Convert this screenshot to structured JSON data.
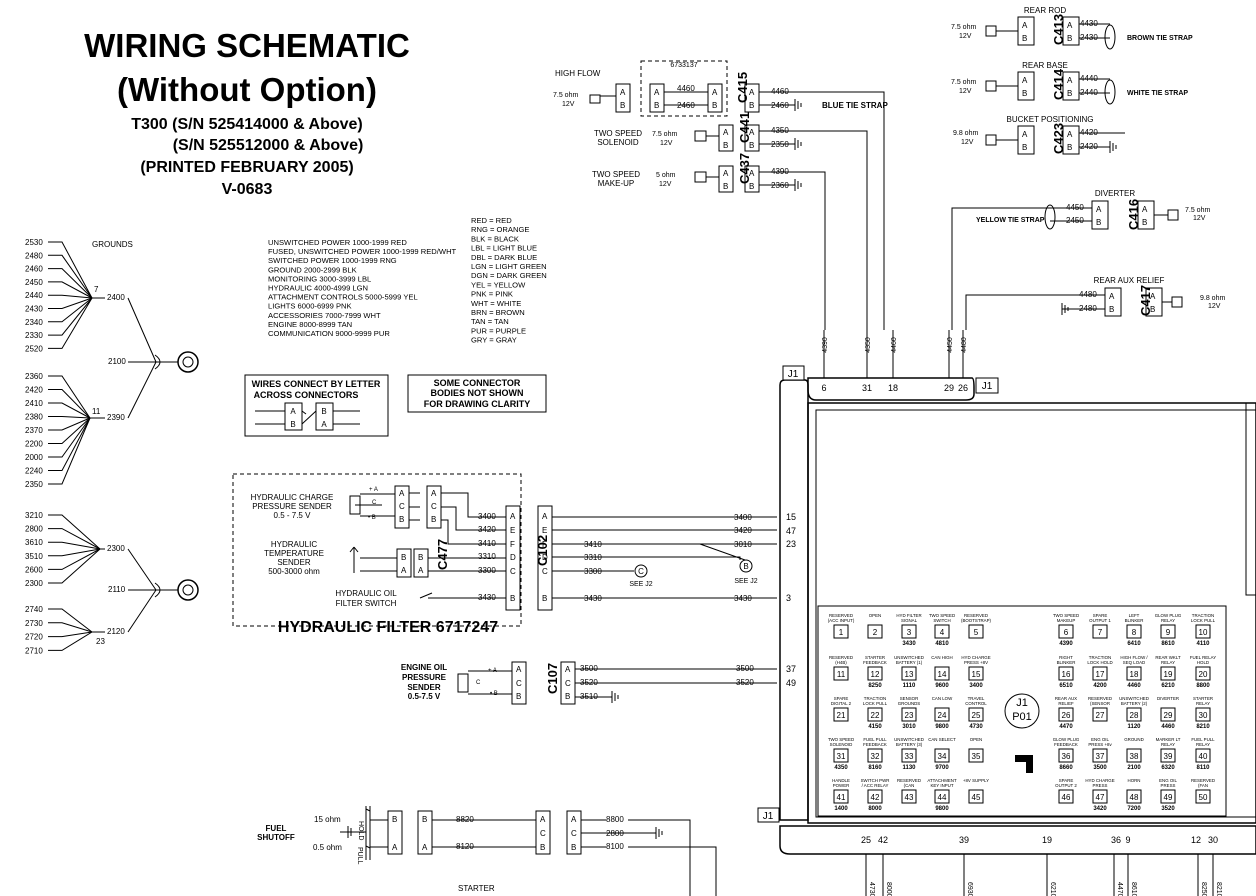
{
  "title": {
    "main": "WIRING SCHEMATIC",
    "sub": "(Without Option)",
    "model_line1": "T300 (S/N 525414000 & Above)",
    "model_line2": "(S/N 525512000 & Above)",
    "printed": "(PRINTED FEBRUARY 2005)",
    "code": "V-0683"
  },
  "wire_code_legend": [
    "UNSWITCHED POWER 1000-1999 RED",
    "FUSED, UNSWITCHED POWER 1000-1999 RED/WHT",
    "SWITCHED POWER 1000-1999 RNG",
    "GROUND 2000-2999 BLK",
    "MONITORING 3000-3999 LBL",
    "HYDRAULIC 4000-4999 LGN",
    "ATTACHMENT CONTROLS 5000-5999 YEL",
    "LIGHTS 6000-6999 PNK",
    "ACCESSORIES 7000-7999 WHT",
    "ENGINE 8000-8999 TAN",
    "COMMUNICATION 9000-9999 PUR"
  ],
  "color_legend": [
    "RED = RED",
    "RNG = ORANGE",
    "BLK = BLACK",
    "LBL = LIGHT BLUE",
    "DBL = DARK BLUE",
    "LGN = LIGHT GREEN",
    "DGN = DARK GREEN",
    "YEL = YELLOW",
    "PNK = PINK",
    "WHT = WHITE",
    "BRN = BROWN",
    "TAN = TAN",
    "PUR = PURPLE",
    "GRY = GRAY"
  ],
  "notes": {
    "wires_connect_1": "WIRES CONNECT BY LETTER",
    "wires_connect_2": "ACROSS CONNECTORS",
    "bodies_1": "SOME CONNECTOR",
    "bodies_2": "BODIES NOT SHOWN",
    "bodies_3": "FOR DRAWING CLARITY"
  },
  "grounds": {
    "label": "GROUNDS",
    "group1_wires": [
      "2530",
      "2480",
      "2460",
      "2450",
      "2440",
      "2430",
      "2340",
      "2330",
      "2520"
    ],
    "group1_count": "7",
    "group1_out": "2400",
    "ring1_label": "2100",
    "group2_wires": [
      "2360",
      "2420",
      "2410",
      "2380",
      "2370",
      "2200",
      "2000",
      "2240",
      "2350"
    ],
    "group2_count": "11",
    "group2_out": "2390",
    "group3_wires": [
      "3210",
      "2800",
      "3610",
      "3510",
      "2600",
      "2300"
    ],
    "group3_out": "2300",
    "ring2_label": "2110",
    "group4_wires": [
      "2740",
      "2730",
      "2720",
      "2710"
    ],
    "group4_out": "2120",
    "group4_count": "23"
  },
  "top_components": {
    "high_flow": "HIGH FLOW",
    "part_6733137": "6733137",
    "c415": "C415",
    "w4460": "4460",
    "w2460": "2460",
    "blue_tie": "BLUE TIE STRAP",
    "two_speed_solenoid": [
      "TWO SPEED",
      "SOLENOID"
    ],
    "c441": "C441",
    "w4350": "4350",
    "w2350": "2350",
    "two_speed_makeup": [
      "TWO SPEED",
      "MAKE-UP"
    ],
    "c437": "C437",
    "w4390": "4390",
    "w2360": "2360",
    "ohm75": "7.5 ohm",
    "ohm5": "5 ohm",
    "v12": "12V",
    "rear_rod": "REAR ROD",
    "c413": "C413",
    "w4430": "4430",
    "w2430": "2430",
    "brown_tie": "BROWN TIE STRAP",
    "rear_base": "REAR BASE",
    "c414": "C414",
    "w4440": "4440",
    "w2440": "2440",
    "white_tie": "WHITE TIE STRAP",
    "bucket_pos": "BUCKET POSITIONING",
    "c423": "C423",
    "w4420": "4420",
    "w2420": "2420",
    "ohm98": "9.8 ohm",
    "diverter": "DIVERTER",
    "c416": "C416",
    "w4450": "4450",
    "w2450": "2450",
    "yellow_tie": "YELLOW TIE STRAP",
    "rear_aux": "REAR AUX RELIEF",
    "c417": "C417",
    "w4480": "4480",
    "w2480": "2480"
  },
  "j1_top": {
    "label": "J1",
    "pins": [
      "6",
      "31",
      "18",
      "29",
      "26"
    ],
    "wires": [
      "4390",
      "4350",
      "4460",
      "4450",
      "4480"
    ]
  },
  "hydraulic": {
    "charge": [
      "HYDRAULIC CHARGE",
      "PRESSURE SENDER",
      "0.5 - 7.5 V"
    ],
    "temp": [
      "HYDRAULIC",
      "TEMPERATURE",
      "SENDER",
      "500-3000 ohm"
    ],
    "c477": "C477",
    "oil_filter": [
      "HYDRAULIC OIL",
      "FILTER SWITCH"
    ],
    "filter_title": "HYDRAULIC FILTER 6717247",
    "c102": "C102",
    "wires": [
      "3400",
      "3420",
      "3410",
      "3310",
      "3300",
      "3430"
    ],
    "j1_wires": [
      "3400",
      "3420",
      "3010",
      "3430"
    ],
    "j1_pins": [
      "15",
      "47",
      "23",
      "3"
    ],
    "see_c": "SEE J2",
    "see_b": "SEE J2",
    "c_label": "C",
    "b_label": "B"
  },
  "engine_oil": {
    "label": [
      "ENGINE OIL",
      "PRESSURE",
      "SENDER",
      "0.5-7.5 V"
    ],
    "c107": "C107",
    "wires": [
      "3500",
      "3520",
      "3510"
    ],
    "j1_wires": [
      "3500",
      "3520"
    ],
    "j1_pins": [
      "37",
      "49"
    ]
  },
  "fuel": {
    "label": [
      "FUEL",
      "SHUTOFF"
    ],
    "ohm15": "15 ohm",
    "ohm05": "0.5 ohm",
    "hold": "HOLD",
    "pull": "PULL",
    "wires": [
      "8820",
      "8120"
    ],
    "out_wires": [
      "8800",
      "2800",
      "8100"
    ],
    "starter": "STARTER"
  },
  "j1_bottom": {
    "label": "J1",
    "pins": [
      "25",
      "42",
      "39",
      "19",
      "36",
      "9",
      "12",
      "30"
    ],
    "wires": [
      "4730",
      "8000",
      "6930",
      "6210",
      "4470",
      "8610",
      "8250",
      "8210"
    ]
  },
  "panel": {
    "center_j1": "J1",
    "center_p01": "P01",
    "rows": [
      [
        {
          "t": "RESERVED (ACC INPUT)",
          "n": "1",
          "w": ""
        },
        {
          "t": "OPEN",
          "n": "2",
          "w": ""
        },
        {
          "t": "HYD FILTER SIGNAL",
          "n": "3",
          "w": "3430"
        },
        {
          "t": "TWO SPEED SWITCH",
          "n": "4",
          "w": "4810"
        },
        {
          "t": "RESERVED (BOOTSTRAP)",
          "n": "5",
          "w": ""
        },
        {
          "t": "TWO SPEED MAKEUP",
          "n": "6",
          "w": "4390"
        },
        {
          "t": "SPARE OUTPUT 1",
          "n": "7",
          "w": ""
        },
        {
          "t": "LEFT BLINKER",
          "n": "8",
          "w": "6410"
        },
        {
          "t": "GLOW PLUG RELAY",
          "n": "9",
          "w": "8610"
        },
        {
          "t": "TRACTION LOCK PULL PWS",
          "n": "10",
          "w": "4110"
        }
      ],
      [
        {
          "t": "RESERVED (H4B)",
          "n": "11",
          "w": ""
        },
        {
          "t": "STARTER FEEDBACK",
          "n": "12",
          "w": "8250"
        },
        {
          "t": "UNSWITCHED BATTERY (1)",
          "n": "13",
          "w": "1110"
        },
        {
          "t": "CAN HIGH",
          "n": "14",
          "w": "9600"
        },
        {
          "t": "HYD CHARGE PRESS +8V",
          "n": "15",
          "w": "3400"
        },
        {
          "t": "RIGHT BLINKER",
          "n": "16",
          "w": "6510"
        },
        {
          "t": "TRACTION LOCK HOLD",
          "n": "17",
          "w": "4200"
        },
        {
          "t": "HIGH FLOW / SEQ LOAD",
          "n": "18",
          "w": "4460"
        },
        {
          "t": "REAR WKLT RELAY",
          "n": "19",
          "w": "6210"
        },
        {
          "t": "FUEL RELAY HOLD",
          "n": "20",
          "w": "8800"
        }
      ],
      [
        {
          "t": "SPARE DIGITAL 2",
          "n": "21",
          "w": ""
        },
        {
          "t": "TRACTION LOCK PULL FEEDBACK",
          "n": "22",
          "w": "4150"
        },
        {
          "t": "SENSOR GROUNDS",
          "n": "23",
          "w": "3010"
        },
        {
          "t": "CAN LOW",
          "n": "24",
          "w": "9800"
        },
        {
          "t": "TRAVEL CONTROL",
          "n": "25",
          "w": "4730"
        },
        {
          "t": "REAR AUX RELIEF",
          "n": "26",
          "w": "4470"
        },
        {
          "t": "RESERVED (SENSOR GRND)",
          "n": "27",
          "w": ""
        },
        {
          "t": "UNSWITCHED BATTERY (2)",
          "n": "28",
          "w": "1120"
        },
        {
          "t": "DIVERTER",
          "n": "29",
          "w": "4460"
        },
        {
          "t": "STARTER RELAY",
          "n": "30",
          "w": "8210"
        }
      ],
      [
        {
          "t": "TWO SPEED SOLENOID",
          "n": "31",
          "w": "4350"
        },
        {
          "t": "FUEL PULL FEEDBACK",
          "n": "32",
          "w": "8160"
        },
        {
          "t": "UNSWITCHED BATTERY (3)",
          "n": "33",
          "w": "1130"
        },
        {
          "t": "CAN SELECT",
          "n": "34",
          "w": "9700"
        },
        {
          "t": "OPEN",
          "n": "35",
          "w": ""
        },
        {
          "t": "GLOW PLUG FEEDBACK",
          "n": "36",
          "w": "8660"
        },
        {
          "t": "ENG OIL PRESS +8v",
          "n": "37",
          "w": "3500"
        },
        {
          "t": "GROUND",
          "n": "38",
          "w": "2100"
        },
        {
          "t": "MARKER LT RELAY",
          "n": "39",
          "w": "6320"
        },
        {
          "t": "FUEL PULL RELAY",
          "n": "40",
          "w": "8110"
        }
      ],
      [
        {
          "t": "HANDLE POWER",
          "n": "41",
          "w": "1400"
        },
        {
          "t": "SWITCH PWR / ACC RELAY",
          "n": "42",
          "w": "8000"
        },
        {
          "t": "RESERVED (CAN SHIELD)",
          "n": "43",
          "w": ""
        },
        {
          "t": "ATTACHMENT KEY INPUT",
          "n": "44",
          "w": "9800"
        },
        {
          "t": "+8V SUPPLY",
          "n": "45",
          "w": ""
        },
        {
          "t": "SPARE OUTPUT 2",
          "n": "46",
          "w": ""
        },
        {
          "t": "HYD CHARGE PRESS SIGNAL",
          "n": "47",
          "w": "3420"
        },
        {
          "t": "HORN",
          "n": "48",
          "w": "7200"
        },
        {
          "t": "ENG OIL PRESS SIGNAL",
          "n": "49",
          "w": "3520"
        },
        {
          "t": "RESERVED (FAN OUTPUT)",
          "n": "50",
          "w": ""
        }
      ]
    ]
  }
}
